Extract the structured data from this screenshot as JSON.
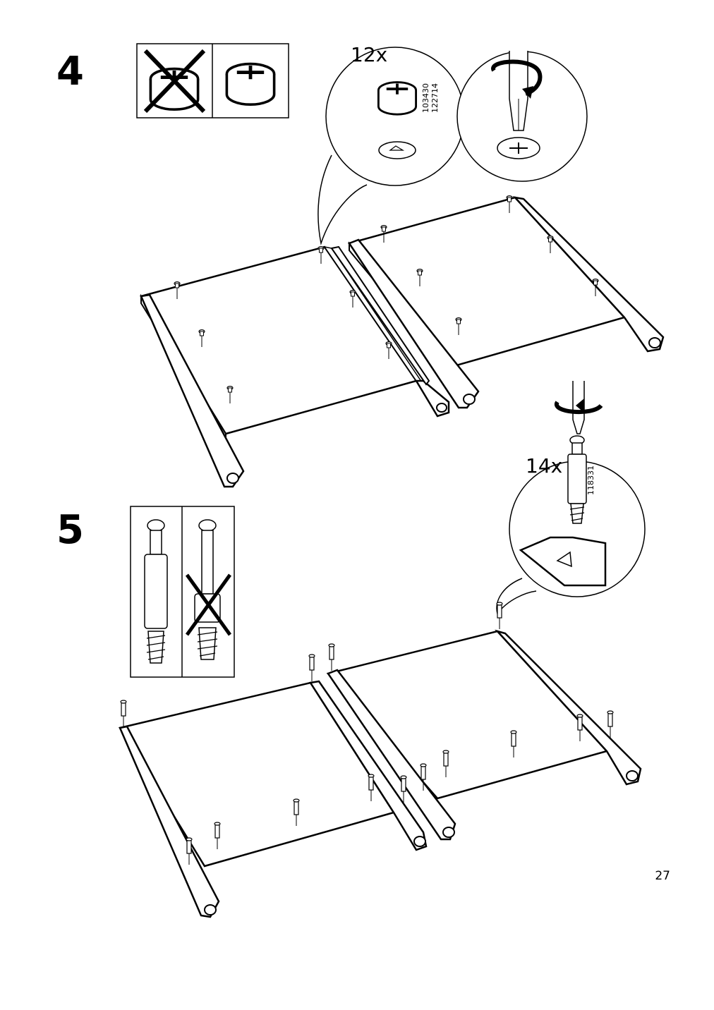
{
  "steps": [
    {
      "number": "4",
      "quantity": "12x",
      "part_numbers": [
        "103430",
        "122714"
      ]
    },
    {
      "number": "5",
      "quantity": "14x",
      "part_numbers": [
        "118331"
      ]
    }
  ],
  "page_number": "27",
  "icons": [
    "cam-lock-wrong-icon",
    "cam-lock-correct-icon",
    "screwdriver-icon",
    "rotate-arrow-icon",
    "dowel-correct-icon",
    "dowel-wrong-icon"
  ]
}
